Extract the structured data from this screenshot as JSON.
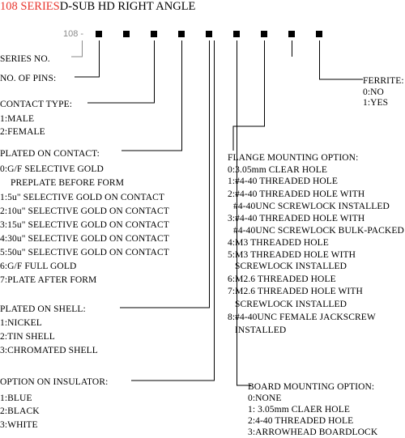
{
  "title": {
    "series": "108 SERIES",
    "rest": "D-SUB HD RIGHT ANGLE"
  },
  "part_number": {
    "prefix": "108",
    "dash": "-"
  },
  "series_no": {
    "label": "SERIES NO."
  },
  "no_of_pins": {
    "label": "NO. OF PINS:"
  },
  "contact_type": {
    "label": "CONTACT TYPE:",
    "options": [
      "1:MALE",
      "2:FEMALE"
    ]
  },
  "plated_on_contact": {
    "label": "PLATED ON CONTACT:",
    "options": [
      "0:G/F SELECTIVE GOLD",
      "PREPLATE BEFORE FORM",
      "1:5u\" SELECTIVE GOLD ON CONTACT",
      "2:10u\" SELECTIVE GOLD ON CONTACT",
      "3:15u\" SELECTIVE GOLD ON CONTACT",
      "4:30u\" SELECTIVE GOLD ON CONTACT",
      "5:50u\" SELECTIVE GOLD ON CONTACT",
      "6:G/F FULL GOLD",
      "7:PLATE AFTER FORM"
    ]
  },
  "plated_on_shell": {
    "label": "PLATED ON SHELL:",
    "options": [
      "1:NICKEL",
      "2:TIN SHELL",
      "3:CHROMATED SHELL"
    ]
  },
  "option_on_insulator": {
    "label": "OPTION ON INSULATOR:",
    "options": [
      "1:BLUE",
      "2:BLACK",
      "3:WHITE"
    ]
  },
  "ferrite": {
    "label": "FERRITE:",
    "options": [
      "0:NO",
      "1:YES"
    ]
  },
  "flange_mounting": {
    "label": "FLANGE MOUNTING OPTION:",
    "options": [
      "0:3.05mm CLEAR HOLE",
      "1:#4-40 THREADED HOLE",
      "2:#4-40 THREADED HOLE WITH",
      "#4-40UNC SCREWLOCK INSTALLED",
      "3:#4-40 THREADED HOLE WITH",
      "#4-40UNC SCREWLOCK BULK-PACKED",
      "4:M3 THREADED HOLE",
      "5:M3 THREADED HOLE WITH",
      "SCREWLOCK INSTALLED",
      "6:M2.6 THREADED HOLE",
      "7:M2.6 THREADED HOLE WITH",
      "SCREWLOCK INSTALLED",
      "8:#4-40UNC FEMALE JACKSCREW",
      "INSTALLED"
    ]
  },
  "board_mounting": {
    "label": "BOARD MOUNTING OPTION:",
    "options": [
      "0:NONE",
      "1: 3.05mm CLAER HOLE",
      "2:4-40 THREADED HOLE",
      "3:ARROWHEAD BOARDLOCK"
    ]
  }
}
